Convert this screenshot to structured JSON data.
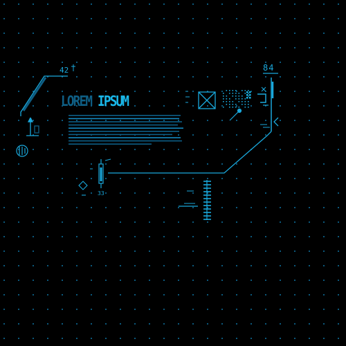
{
  "title": {
    "word1": "LOREM",
    "word2": "IPSUM"
  },
  "readouts": {
    "left_top": "42",
    "right_top": "84",
    "gauge": "33"
  },
  "colors": {
    "background": "#000000",
    "accent": "#1ab8ea",
    "dim": "#0f5f85",
    "dot": "#1189c2"
  },
  "icons": {
    "crossed_box": "crossed-box-icon",
    "target": "crosshair-icon",
    "arrow": "chevron-left-icon",
    "diamond": "diamond-icon"
  }
}
